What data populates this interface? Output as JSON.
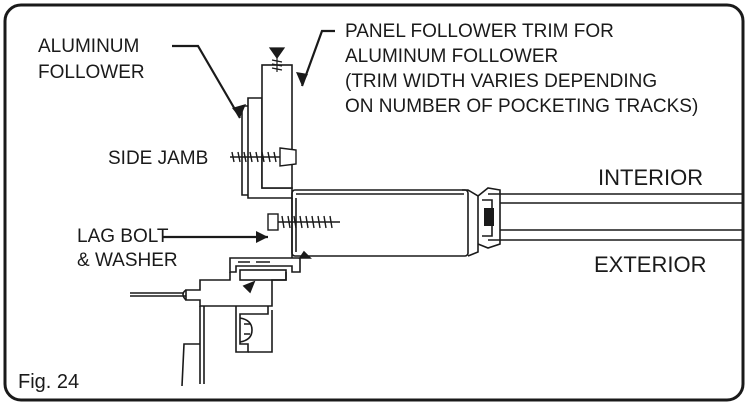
{
  "labels": {
    "aluminum_follower_line1": "ALUMINUM",
    "aluminum_follower_line2": "FOLLOWER",
    "trim_line1": "PANEL FOLLOWER TRIM FOR",
    "trim_line2": "ALUMINUM FOLLOWER",
    "trim_line3": "(TRIM WIDTH VARIES DEPENDING",
    "trim_line4": "ON NUMBER OF POCKETING TRACKS)",
    "side_jamb": "SIDE JAMB",
    "interior": "INTERIOR",
    "exterior": "EXTERIOR",
    "lag_bolt_line1": "LAG BOLT",
    "lag_bolt_line2": "& WASHER",
    "figure": "Fig. 24"
  },
  "colors": {
    "line": "#1a1a1a",
    "background": "#ffffff"
  }
}
